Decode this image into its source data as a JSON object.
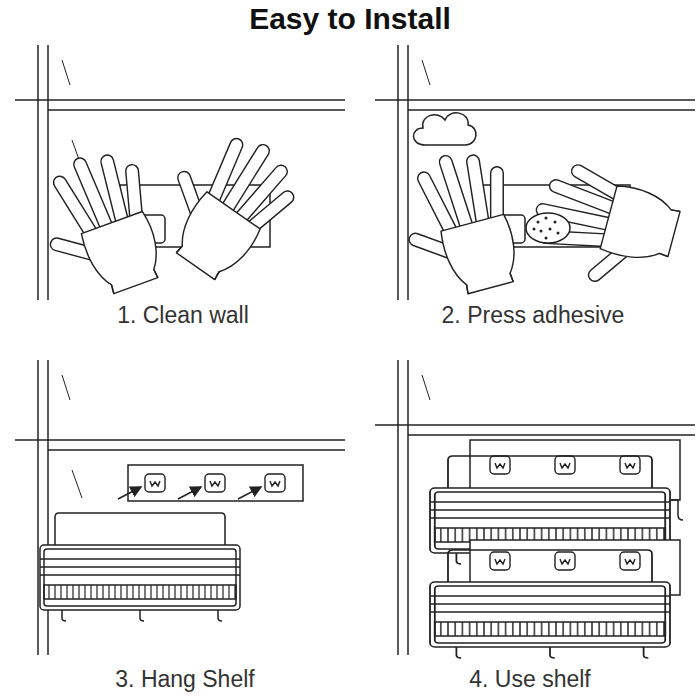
{
  "diagram": {
    "title": "Easy to Install",
    "labels": [
      "1. Clean wall",
      "2. Press adhesive",
      "3. Hang Shelf",
      "4. Use shelf"
    ]
  }
}
